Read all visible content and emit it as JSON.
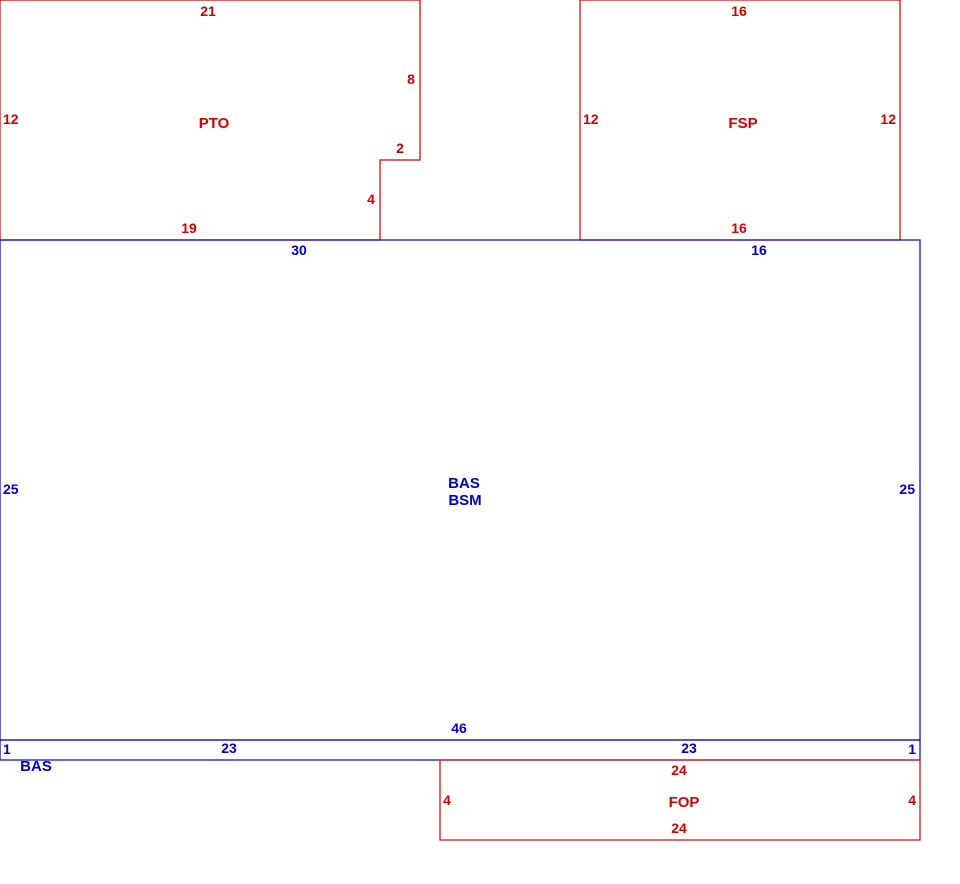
{
  "colors": {
    "red": "#d40000",
    "blue": "#0000c8"
  },
  "areas": {
    "pto": {
      "label": "PTO",
      "dims": {
        "top": "21",
        "right_upper": "8",
        "step": "2",
        "right_lower": "4",
        "bottom": "19",
        "left": "12"
      }
    },
    "fsp": {
      "label": "FSP",
      "dims": {
        "top": "16",
        "left": "12",
        "right": "12",
        "bottom": "16"
      }
    },
    "main": {
      "label_1": "BAS",
      "label_2": "BSM",
      "dims": {
        "top_left": "30",
        "top_right": "16",
        "left": "25",
        "right": "25",
        "bottom": "46"
      }
    },
    "strip": {
      "label": "BAS",
      "dims": {
        "left": "1",
        "right": "1",
        "bottom_left": "23",
        "bottom_right": "23"
      }
    },
    "fop": {
      "label": "FOP",
      "dims": {
        "top": "24",
        "left": "4",
        "right": "4",
        "bottom": "24"
      }
    }
  }
}
